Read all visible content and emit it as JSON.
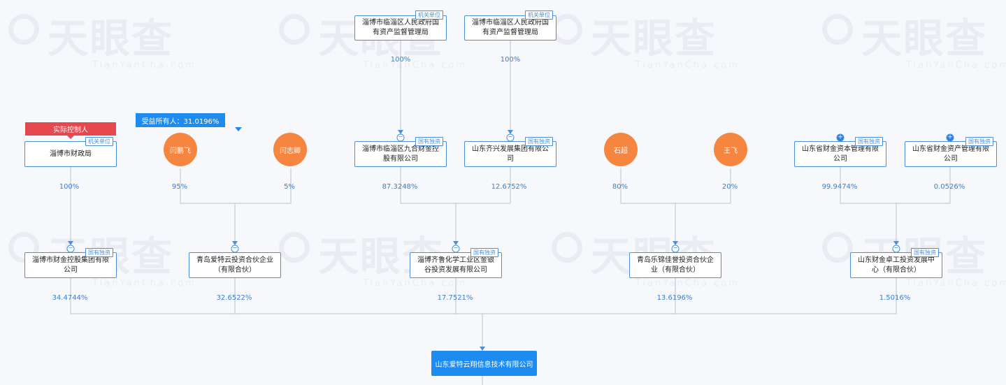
{
  "watermark": {
    "brand": "天眼查",
    "sub": "TianYanCha.com"
  },
  "top": [
    {
      "name": "淄博市临淄区人民政府国有资产监督管理局",
      "tag": "机关单位",
      "pct": "100%"
    },
    {
      "name": "淄博市临淄区人民政府国有资产监督管理局",
      "tag": "机关单位",
      "pct": "100%"
    }
  ],
  "banners": {
    "controller": "实际控制人",
    "beneficiary": "受益所有人：31.0196%"
  },
  "level2": [
    {
      "name": "淄博市财政局",
      "tag": "机关单位",
      "pct": "100%"
    },
    {
      "name": "闫鹏飞",
      "pct": "95%"
    },
    {
      "name": "闫志卿",
      "pct": "5%"
    },
    {
      "name": "淄博市临淄区九合财金控股有限公司",
      "tag": "国有独资",
      "pct": "87.3248%"
    },
    {
      "name": "山东齐兴发展集团有限公司",
      "tag": "国有独资",
      "pct": "12.6752%"
    },
    {
      "name": "石超",
      "pct": "80%"
    },
    {
      "name": "王飞",
      "pct": "20%"
    },
    {
      "name": "山东省财金资本管理有限公司",
      "tag": "国有独资",
      "pct": "99.9474%"
    },
    {
      "name": "山东省财金资产管理有限公司",
      "tag": "国有独资",
      "pct": "0.0526%"
    }
  ],
  "level3": [
    {
      "name": "淄博市财金控股集团有限公司",
      "tag": "国有独资",
      "pct": "34.4744%"
    },
    {
      "name": "青岛爱特云投资合伙企业（有限合伙）",
      "pct": "32.6522%"
    },
    {
      "name": "淄博齐鲁化学工业区金银谷投资发展有限公司",
      "tag": "国有独资",
      "pct": "17.7521%"
    },
    {
      "name": "青岛乐锦佳誉投资合伙企业（有限合伙）",
      "pct": "13.6196%"
    },
    {
      "name": "山东财金卓工投资发展中心（有限合伙）",
      "tag": "国有独资",
      "pct": "1.5016%"
    }
  ],
  "target": {
    "name": "山东爱特云翔信息技术有限公司"
  },
  "colors": {
    "accent": "#1e8bf0",
    "person": "#f5853f",
    "controller": "#e5484d",
    "line": "#b9c2cc"
  }
}
